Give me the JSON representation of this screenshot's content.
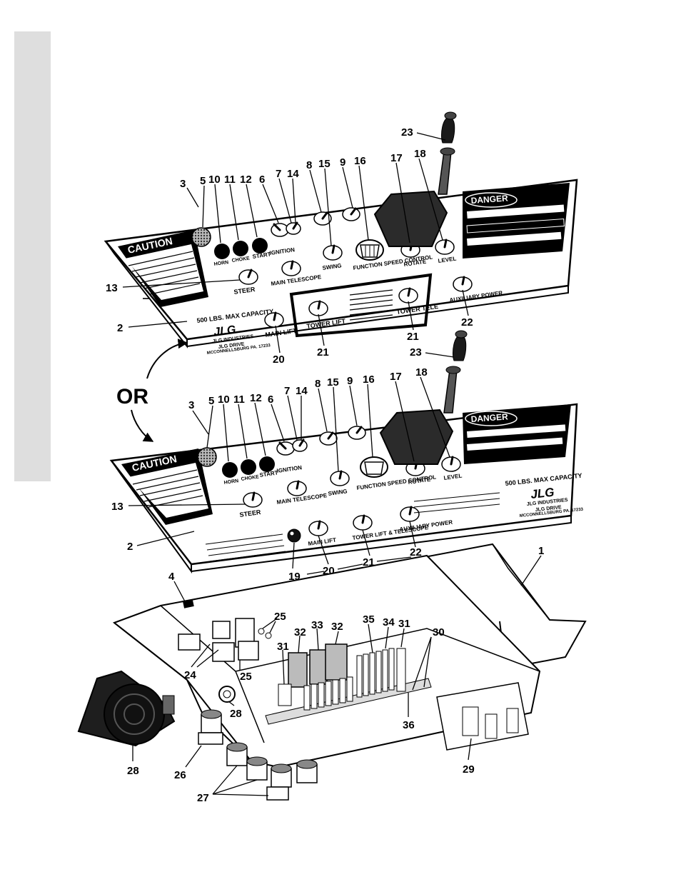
{
  "diagram": {
    "or_label": "OR",
    "upper_panel": {
      "caution": "CAUTION",
      "danger": "DANGER",
      "capacity": "500 LBS. MAX CAPACITY",
      "brand": "JLG",
      "maker": "JLG INDUSTRIES",
      "drive": "JLG DRIVE",
      "city": "MCCONNELLSBURG PA. 17233",
      "ctl_horn": "HORN",
      "ctl_choke": "CHOKE",
      "ctl_start": "START",
      "ctl_ignition": "IGNITION",
      "ctl_steer": "STEER",
      "ctl_main_telescope": "MAIN TELESCOPE",
      "ctl_swing": "SWING",
      "ctl_function_speed": "FUNCTION SPEED CONTROL",
      "ctl_rotate": "ROTATE",
      "ctl_level": "LEVEL",
      "ctl_aux_power": "AUXILIARY POWER",
      "ctl_main_lift": "MAIN LIFT",
      "ctl_tower_lift": "TOWER LIFT",
      "ctl_tower_tele": "TOWER TELE"
    },
    "lower_panel": {
      "caution": "CAUTION",
      "danger": "DANGER",
      "capacity": "500 LBS. MAX CAPACITY",
      "brand": "JLG",
      "maker": "JLG INDUSTRIES",
      "drive": "JLG DRIVE",
      "city": "MCCONNELLSBURG PA. 17233",
      "ctl_horn": "HORN",
      "ctl_choke": "CHOKE",
      "ctl_start": "START",
      "ctl_ignition": "IGNITION",
      "ctl_steer": "STEER",
      "ctl_main_telescope": "MAIN TELESCOPE",
      "ctl_swing": "SWING",
      "ctl_function_speed": "FUNCTION SPEED CONTROL",
      "ctl_rotate": "ROTATE",
      "ctl_level": "LEVEL",
      "ctl_aux_power": "AUXILIARY POWER",
      "ctl_main_lift": "MAIN LIFT",
      "ctl_tower_lift_tele": "TOWER LIFT & TELESCOPE"
    },
    "callouts_upper": [
      "3",
      "5",
      "10",
      "11",
      "12",
      "6",
      "7",
      "14",
      "8",
      "15",
      "9",
      "16",
      "17",
      "18",
      "23",
      "13",
      "2",
      "20",
      "21",
      "21",
      "22"
    ],
    "callouts_lower": [
      "3",
      "5",
      "10",
      "11",
      "12",
      "6",
      "7",
      "14",
      "8",
      "15",
      "9",
      "16",
      "17",
      "18",
      "23",
      "13",
      "2",
      "19",
      "20",
      "21",
      "22"
    ],
    "callouts_box": [
      "1",
      "4",
      "25",
      "25",
      "24",
      "32",
      "33",
      "32",
      "35",
      "34",
      "31",
      "31",
      "30",
      "36",
      "28",
      "28",
      "26",
      "27",
      "29"
    ]
  }
}
